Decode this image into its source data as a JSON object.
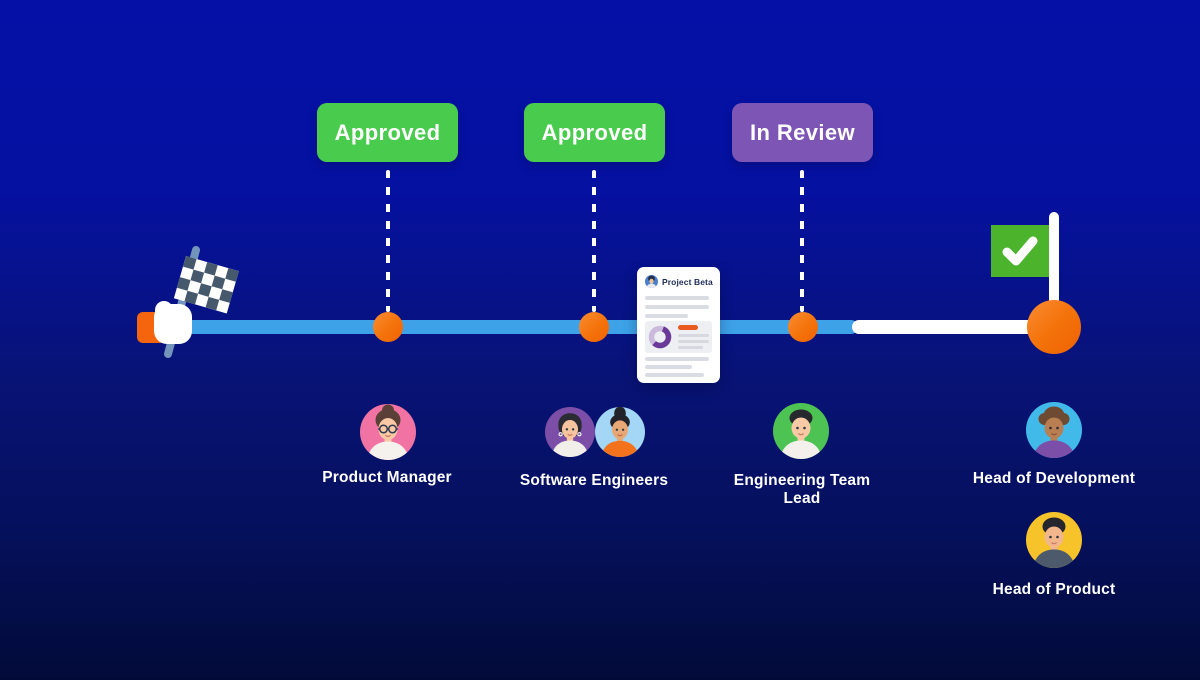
{
  "title_context": "project-approval-timeline",
  "colors": {
    "background_top": "#0511a6",
    "background_bottom": "#020b38",
    "approved_green": "#49cb4e",
    "in_review_purple": "#7c55b5",
    "timeline_blue": "#3da2e8",
    "timeline_white": "#ffffff",
    "dot_orange": "#f4730a",
    "end_flag_green": "#4cb32c"
  },
  "stages": [
    {
      "status": "Approved",
      "status_color": "#49cb4e",
      "role": "Product Manager",
      "avatar": {
        "bg": "#f173a3",
        "hair": "#5a4037",
        "skin": "#f8c9a4",
        "shirt": "#f5f1ec"
      }
    },
    {
      "status": "Approved",
      "status_color": "#49cb4e",
      "role": "Software Engineers",
      "avatars": [
        {
          "bg": "#7c4ea8",
          "hair": "#2b2b33",
          "skin": "#f6c49e",
          "shirt": "#f2efea"
        },
        {
          "bg": "#a3d7f5",
          "hair": "#22222a",
          "skin": "#e8a876",
          "shirt": "#f2731b"
        }
      ]
    },
    {
      "status": "In Review",
      "status_color": "#7c55b5",
      "role": "Engineering Team Lead",
      "avatar": {
        "bg": "#4cc353",
        "hair": "#27282e",
        "skin": "#f8c9a4",
        "shirt": "#f4f1ec"
      }
    }
  ],
  "heads": [
    {
      "role": "Head of Development",
      "avatar": {
        "bg": "#41b9e9",
        "hair": "#6e4a32",
        "skin": "#b97e52",
        "shirt": "#7b4fa8"
      }
    },
    {
      "role": "Head of Product",
      "avatar": {
        "bg": "#f6c32a",
        "hair": "#26262e",
        "skin": "#f2b68c",
        "shirt": "#4d5a6b"
      }
    }
  ],
  "document_card": {
    "title": "Project Beta",
    "donut_light": "#cbb9de",
    "donut_dark": "#6b3a99",
    "bar_orange": "#e85a1d"
  },
  "icons": {
    "start": "checkered-flag-icon",
    "end": "check-flag-icon"
  }
}
